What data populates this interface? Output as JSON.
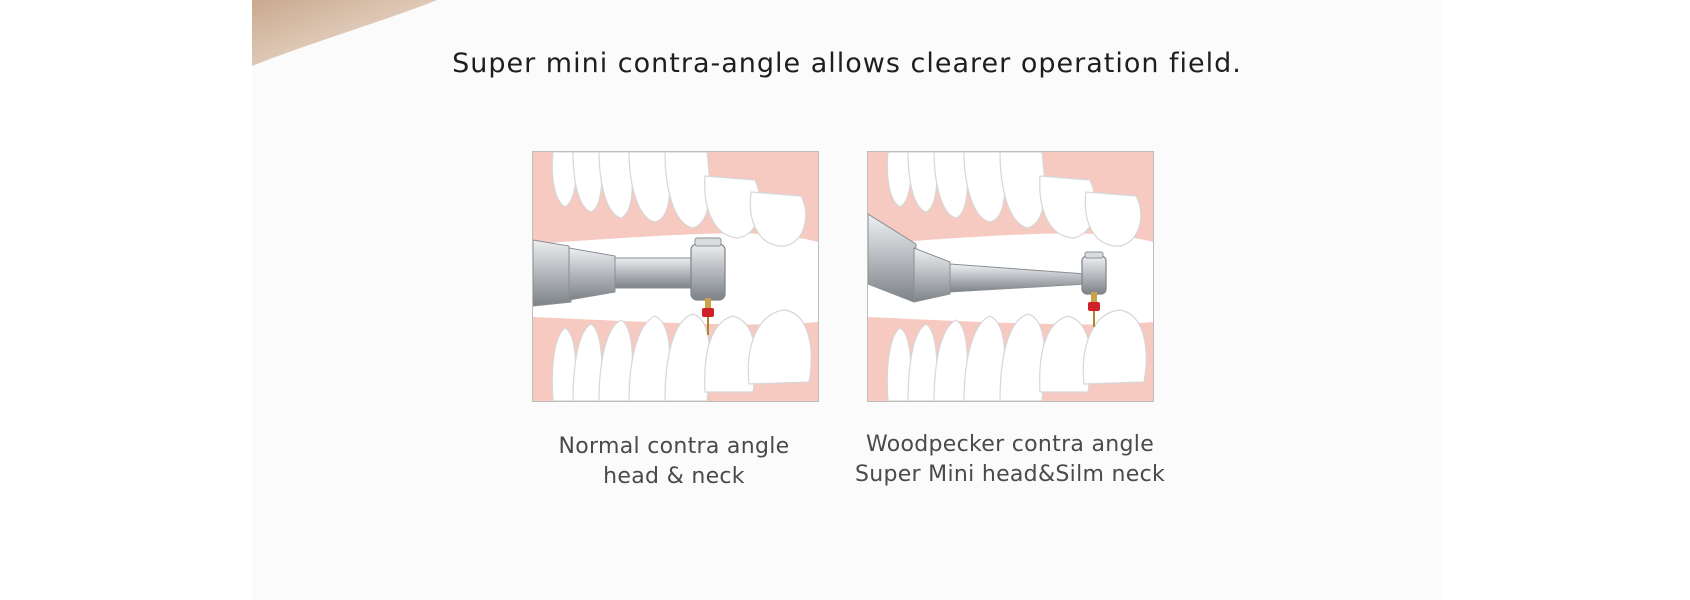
{
  "headline": "Super mini contra-angle allows clearer operation field.",
  "figures": [
    {
      "caption_line1": "Normal contra angle",
      "caption_line2": "head & neck"
    },
    {
      "caption_line1": "Woodpecker contra angle",
      "caption_line2": "Super Mini head&Silm neck"
    }
  ],
  "colors": {
    "gum": "#f6c9c1",
    "tooth": "#ffffff",
    "metal": "#bfc3c7",
    "file_handle": "#d0202a",
    "text": "#1e1e1e",
    "caption": "#4a4a4a",
    "panel": "#fbfbfc"
  }
}
